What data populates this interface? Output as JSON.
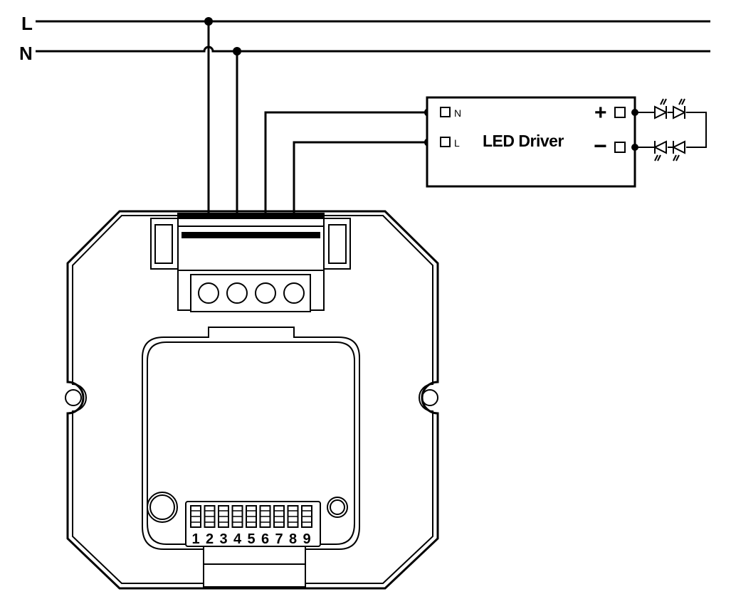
{
  "rails": {
    "line_label": "L",
    "neutral_label": "N"
  },
  "driver": {
    "title": "LED Driver",
    "input_n": "N",
    "input_l": "L",
    "output_plus": "+",
    "output_minus": "−"
  },
  "dip_switch": {
    "labels": [
      "1",
      "2",
      "3",
      "4",
      "5",
      "6",
      "7",
      "8",
      "9"
    ]
  },
  "colors": {
    "stroke": "#000000",
    "background": "#ffffff"
  }
}
